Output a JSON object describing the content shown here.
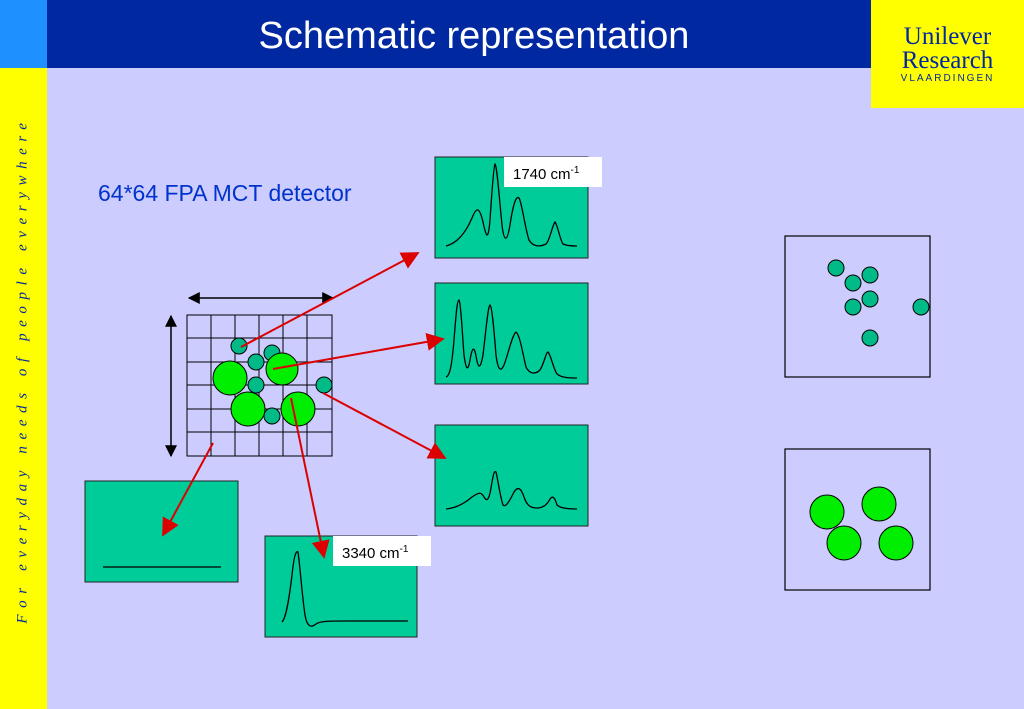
{
  "title": "Schematic representation",
  "logo": {
    "line1": "Unilever",
    "line2": "Research",
    "line3": "VLAARDINGEN"
  },
  "tagline": "For everyday needs of people everywhere",
  "detector_label": "64*64 FPA MCT detector",
  "label_1740": {
    "text": "1740 cm",
    "sup": "-1"
  },
  "label_3340": {
    "text": "3340 cm",
    "sup": "-1"
  },
  "colors": {
    "header_blue": "#0028a0",
    "sidebar_yellow": "#ffff00",
    "background": "#ccccff",
    "spectrum_panel": "#00cc99",
    "particle_small": "#00bb88",
    "particle_large": "#00ee00",
    "arrow_red": "#dd0000"
  },
  "icons": [
    "double-arrow-icon",
    "red-arrow-icon"
  ]
}
